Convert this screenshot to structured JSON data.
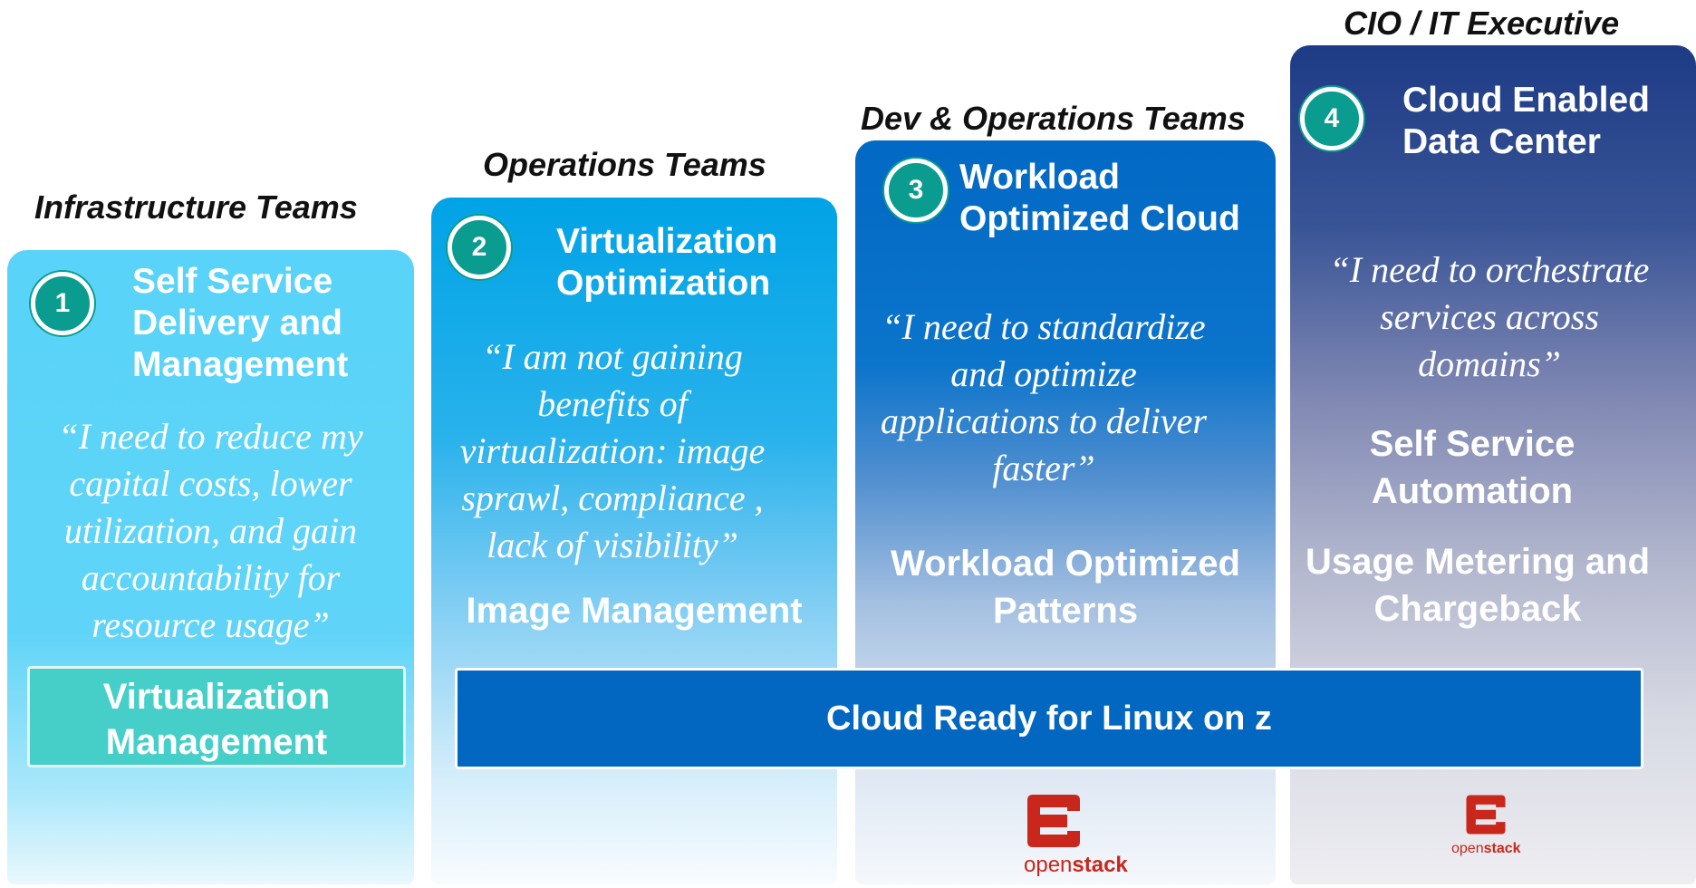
{
  "columns": [
    {
      "team": "Infrastructure Teams",
      "number": "1",
      "heading": [
        "Self Service",
        "Delivery and",
        "Management"
      ],
      "quote": [
        "“I need to reduce my",
        "capital costs, lower",
        "utilization, and gain",
        "accountability for",
        "resource usage”"
      ],
      "feature": []
    },
    {
      "team": "Operations Teams",
      "number": "2",
      "heading": [
        "Virtualization",
        "Optimization"
      ],
      "quote": [
        "“I am not gaining",
        "benefits of",
        "virtualization: image",
        "sprawl, compliance ,",
        "lack of visibility”"
      ],
      "feature": [
        "Image Management"
      ]
    },
    {
      "team": "Dev  & Operations Teams",
      "number": "3",
      "heading": [
        "Workload",
        "Optimized Cloud"
      ],
      "quote": [
        "“I need to standardize",
        "and optimize",
        "applications to deliver",
        "faster”"
      ],
      "feature": [
        "Workload Optimized",
        "Patterns"
      ]
    },
    {
      "team": "CIO / IT Executive",
      "number": "4",
      "heading": [
        "Cloud Enabled",
        "Data Center"
      ],
      "quote": [
        "“I need to orchestrate",
        "services across",
        "domains”"
      ],
      "feature": [
        "Self Service",
        "Automation",
        "Usage Metering and",
        "Chargeback"
      ]
    }
  ],
  "virtualization_management": [
    "Virtualization",
    "Management"
  ],
  "cloud_ready_label": "Cloud Ready for Linux on z",
  "openstack_logo": {
    "icon": "openstack-icon",
    "text_open": "open",
    "text_stack": "stack",
    "color": "#c9271c"
  },
  "colors": {
    "badge": "#0a9c8e",
    "col1": "#59d3f9",
    "col2": "#00a3e6",
    "col3": "#0269c4",
    "col4": "#1d3b86",
    "virtualization_box": "#45cfc8",
    "cloud_bar": "#0267c0"
  }
}
